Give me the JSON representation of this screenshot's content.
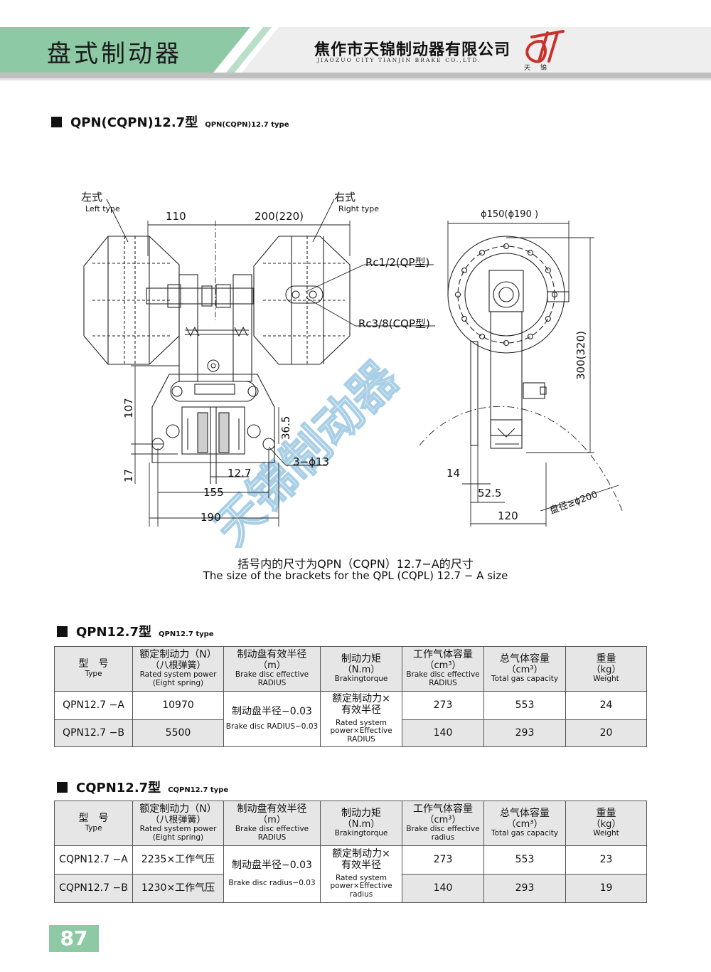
{
  "header": {
    "title": "盘式制动器",
    "company_cn": "焦作市天锦制动器有限公司",
    "company_en": "JIAOZUO CITY TIANJIN BRAKE CO.,LTD.",
    "logo_text": "天锦",
    "accent_color": "#8cc9a4",
    "logo_color": "#c8322d"
  },
  "section1": {
    "title": "QPN(CQPN)12.7型",
    "subtitle": "QPN(CQPN)12.7 type"
  },
  "drawing": {
    "left_type_cn": "左式",
    "left_type_en": "Left type",
    "right_type_cn": "右式",
    "right_type_en": "Right type",
    "dim_110": "110",
    "dim_200": "200(220)",
    "port_rc12": "Rc1/2(QP型)",
    "port_rc38": "Rc3/8(CQP型)",
    "dim_107": "107",
    "dim_365": "36.5",
    "dim_17": "17",
    "dim_127": "12.7",
    "holes": "3−ϕ13",
    "dim_155": "155",
    "dim_190": "190",
    "dim_phi150": "ϕ150(ϕ190 )",
    "dim_300": "300(320)",
    "dim_14": "14",
    "dim_525": "52.5",
    "dim_120": "120",
    "disc_dia": "盘径≥ϕ200",
    "watermark": "天锦制动器"
  },
  "note": {
    "cn": "括号内的尺寸为QPN（CQPN）12.7−A的尺寸",
    "en": "The size of the brackets for the QPL (CQPL) 12.7 − A size"
  },
  "section2": {
    "title": "QPN12.7型",
    "subtitle": "QPN12.7 type"
  },
  "table1": {
    "headers": [
      {
        "cn": "型　号",
        "unit": "",
        "en": "Type"
      },
      {
        "cn": "额定制动力（N）",
        "unit": "（八根弹簧）",
        "en": "Rated system power (Eight spring)"
      },
      {
        "cn": "制动盘有效半径",
        "unit": "（m）",
        "en": "Brake disc effective RADIUS"
      },
      {
        "cn": "制动力矩",
        "unit": "（N.m）",
        "en": "Brakingtorque"
      },
      {
        "cn": "工作气体容量",
        "unit": "（cm³）",
        "en": "Brake disc effective RADIUS"
      },
      {
        "cn": "总气体容量",
        "unit": "（cm³）",
        "en": "Total gas capacity"
      },
      {
        "cn": "重量",
        "unit": "（kg）",
        "en": "Weight"
      }
    ],
    "merged_radius_cn": "制动盘半径−0.03",
    "merged_radius_en": "Brake disc RADIUS−0.03",
    "merged_torque_cn": "额定制动力×有效半径",
    "merged_torque_en": "Rated system power×Effective RADIUS",
    "rows": [
      {
        "type": "QPN12.7 −A",
        "force": "10970",
        "work_gas": "273",
        "total_gas": "553",
        "weight": "24"
      },
      {
        "type": "QPN12.7 −B",
        "force": "5500",
        "work_gas": "140",
        "total_gas": "293",
        "weight": "20"
      }
    ]
  },
  "section3": {
    "title": "CQPN12.7型",
    "subtitle": "CQPN12.7 type"
  },
  "table2": {
    "headers": [
      {
        "cn": "型　号",
        "unit": "",
        "en": "Type"
      },
      {
        "cn": "额定制动力（N）",
        "unit": "（八根弹簧）",
        "en": "Rated system power (Eight spring)"
      },
      {
        "cn": "制动盘有效半径",
        "unit": "（m）",
        "en": "Brake disc effective RADIUS"
      },
      {
        "cn": "制动力矩",
        "unit": "（N.m）",
        "en": "Brakingtorque"
      },
      {
        "cn": "工作气体容量",
        "unit": "（cm³）",
        "en": "Brake disc effective radius"
      },
      {
        "cn": "总气体容量",
        "unit": "（cm³）",
        "en": "Total gas capacity"
      },
      {
        "cn": "重量",
        "unit": "（kg）",
        "en": "Weight"
      }
    ],
    "merged_radius_cn": "制动盘半径−0.03",
    "merged_radius_en": "Brake disc  radius−0.03",
    "merged_torque_cn": "额定制动力×有效半径",
    "merged_torque_en": "Rated system power×Effective radius",
    "rows": [
      {
        "type": "CQPN12.7 −A",
        "force": "2235×工作气压",
        "work_gas": "273",
        "total_gas": "553",
        "weight": "23"
      },
      {
        "type": "CQPN12.7 −B",
        "force": "1230×工作气压",
        "work_gas": "140",
        "total_gas": "293",
        "weight": "19"
      }
    ]
  },
  "page_number": "87"
}
